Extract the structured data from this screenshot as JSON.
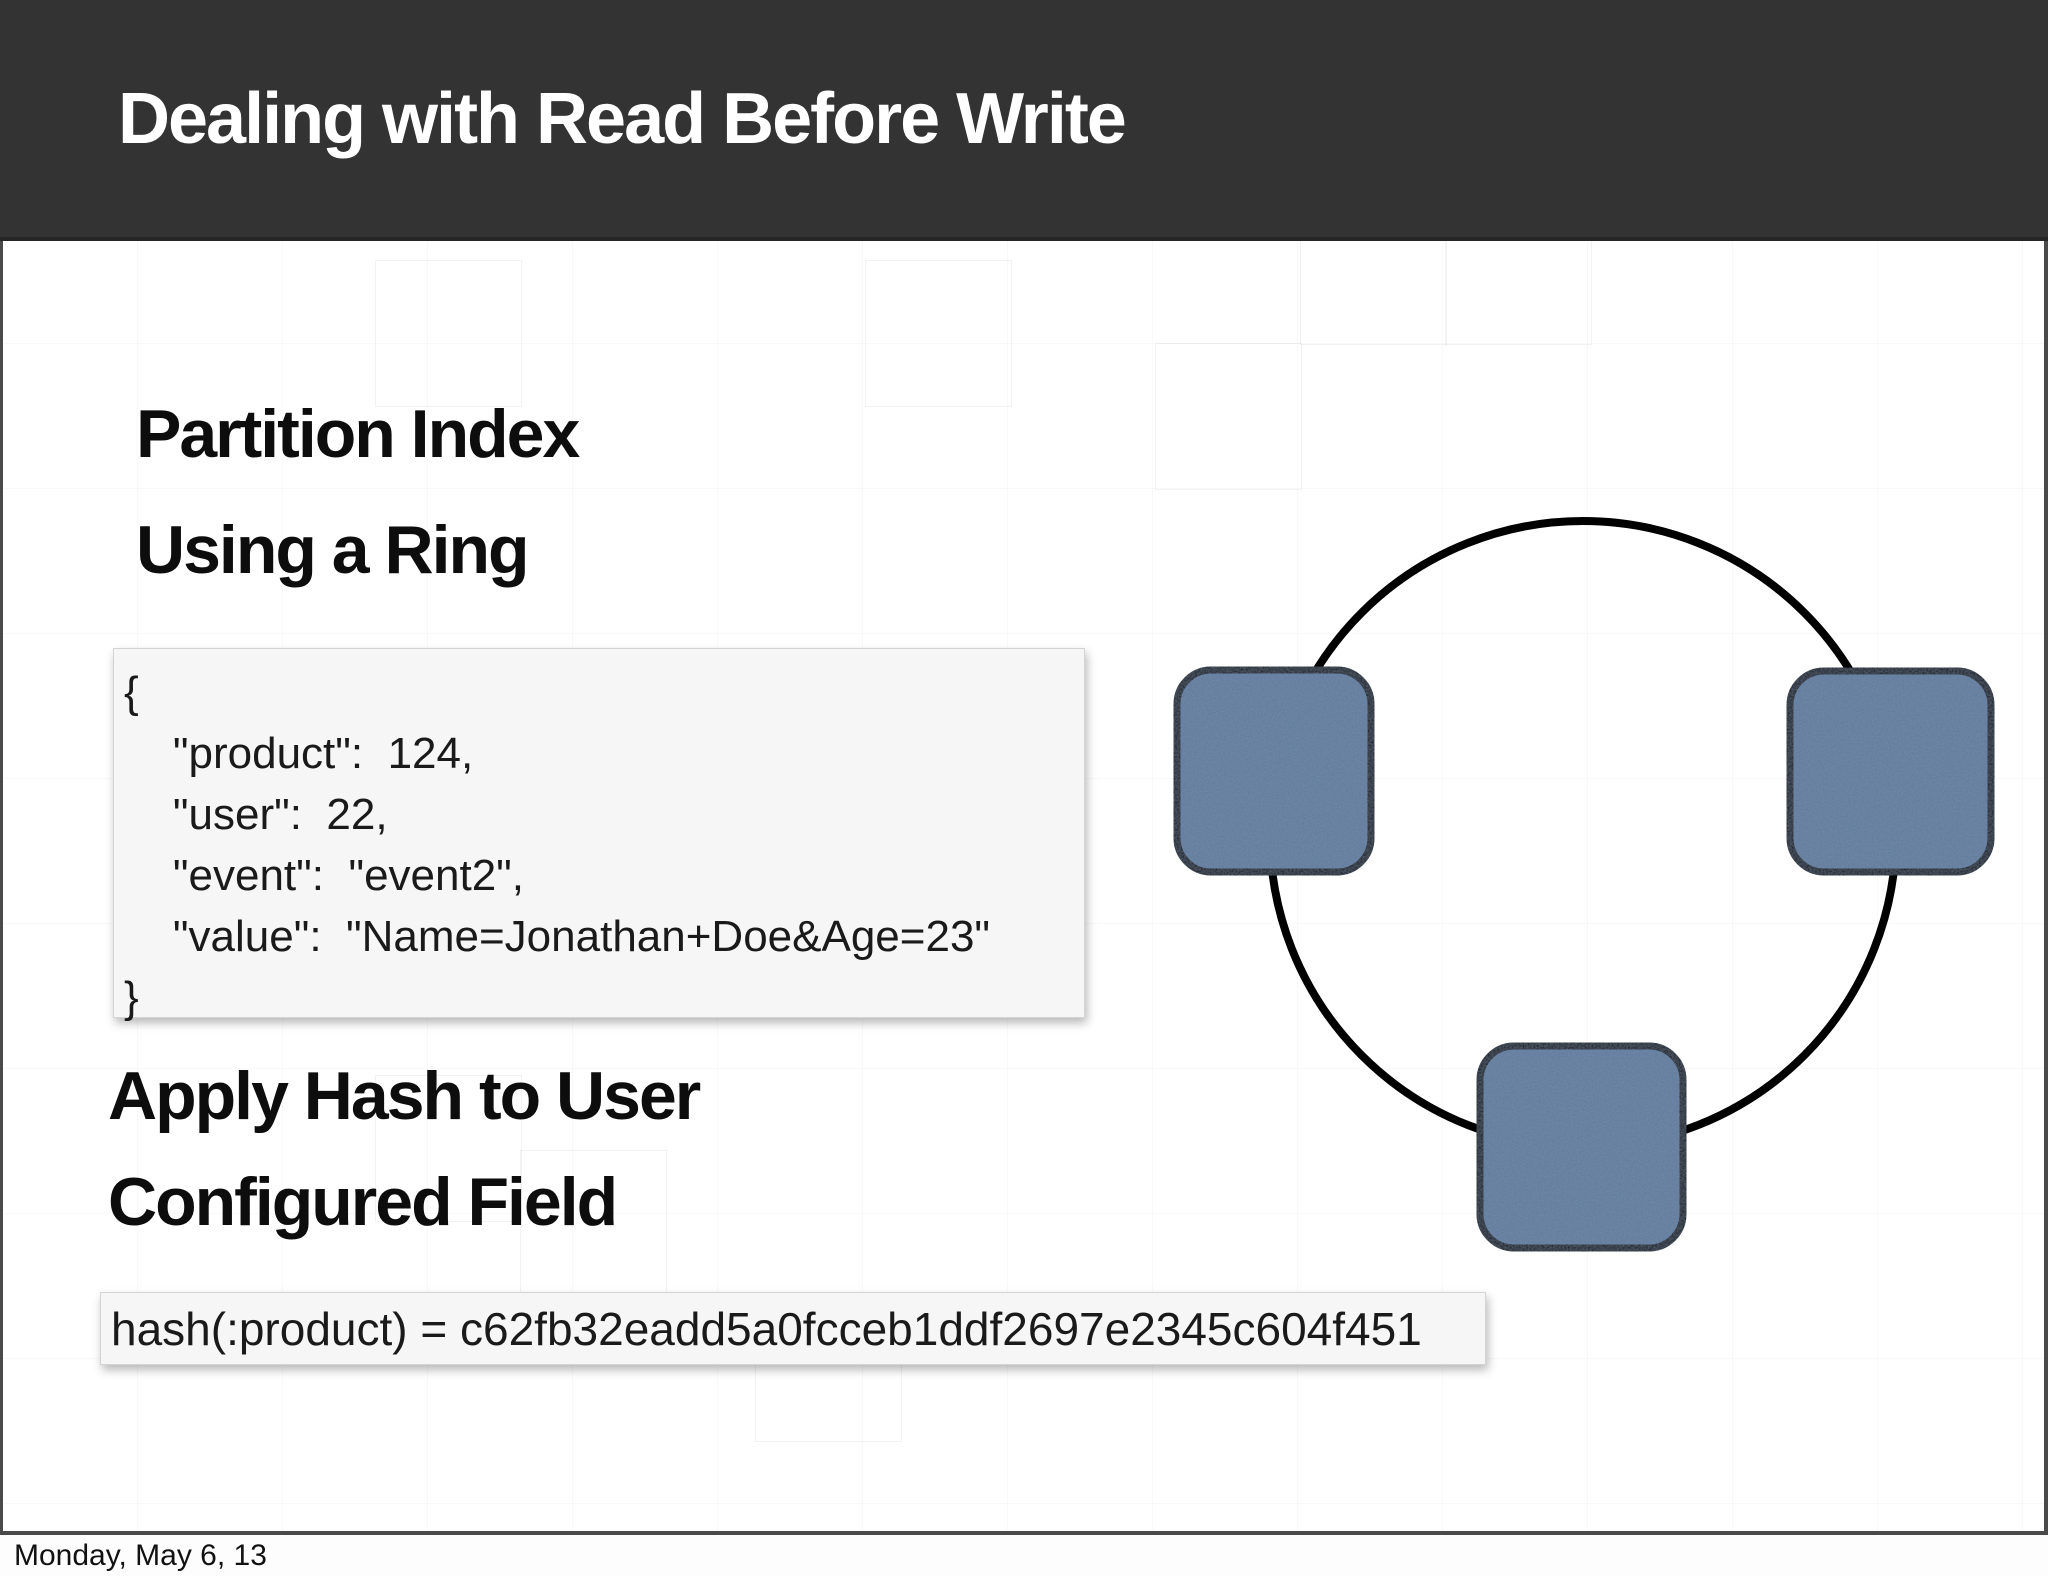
{
  "header": {
    "title": "Dealing with Read Before Write"
  },
  "content": {
    "heading_top_line1": "Partition Index",
    "heading_top_line2": "Using a Ring",
    "code_block": {
      "lines": [
        "{",
        "    \"product\":  124,",
        "    \"user\":  22,",
        "    \"event\":  \"event2\",",
        "    \"value\":  \"Name=Jonathan+Doe&Age=23\"",
        "}"
      ]
    },
    "heading_bottom_line1": "Apply Hash to User",
    "heading_bottom_line2": "Configured Field",
    "hash_result": "hash(:product) = c62fb32eadd5a0fcceb1ddf2697e2345c604f451"
  },
  "diagram": {
    "description": "consistent hash ring with 3 node squares",
    "node_count": 3,
    "node_color": "#5f7a9c",
    "node_border_color": "#000000",
    "ring_color": "#000000"
  },
  "footer": {
    "date": "Monday, May 6, 13"
  },
  "colors": {
    "header_bg": "#333333",
    "frame_border": "#4a4a4a",
    "panel_bg": "#f6f6f6",
    "panel_border": "#d4d4d4"
  }
}
